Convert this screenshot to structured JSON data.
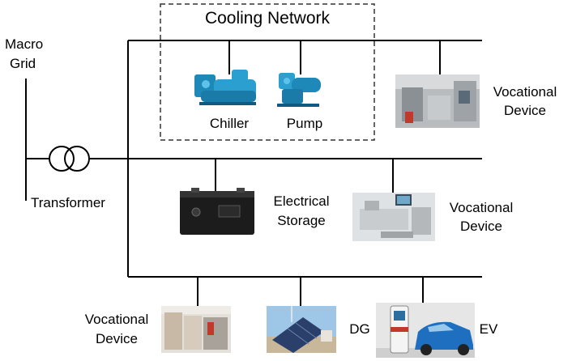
{
  "labels": {
    "cooling_network": "Cooling Network",
    "macro_grid_line1": "Macro",
    "macro_grid_line2": "Grid",
    "transformer": "Transformer",
    "chiller": "Chiller",
    "pump": "Pump",
    "vocational_device_top_1": "Vocational",
    "vocational_device_top_2": "Device",
    "electrical_storage_1": "Electrical",
    "electrical_storage_2": "Storage",
    "vocational_device_mid_1": "Vocational",
    "vocational_device_mid_2": "Device",
    "vocational_device_bottom_1": "Vocational",
    "vocational_device_bottom_2": "Device",
    "dg": "DG",
    "ev": "EV"
  }
}
